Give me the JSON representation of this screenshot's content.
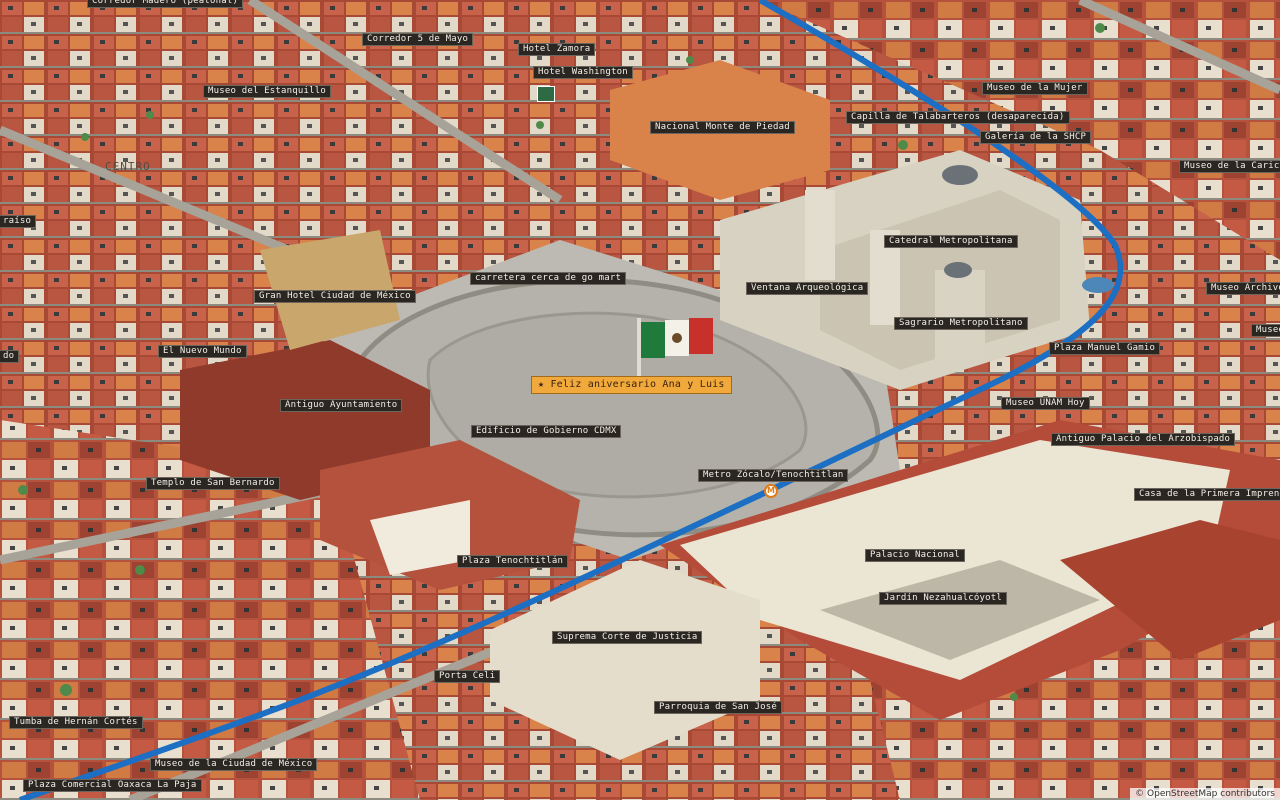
{
  "map": {
    "district": "CENTRO",
    "special_label": "★ Feliz aniversario Ana y Luis",
    "attribution": "© OpenStreetMap contributors",
    "metro_icon": "metro-icon",
    "metro_symbol": "M",
    "colors": {
      "roof_red": "#b5523d",
      "roof_orange": "#d9834a",
      "plaza": "#b8b6ae",
      "metro_line": "#1c6fc3",
      "label_bg": "#2a2622"
    },
    "labels": [
      {
        "text": "Corredor Madero (peatonal)"
      },
      {
        "text": "Corredor 5 de Mayo"
      },
      {
        "text": "Hotel Zamora"
      },
      {
        "text": "Hotel Washington"
      },
      {
        "text": "Museo del Estanquillo"
      },
      {
        "text": "Nacional Monte de Piedad"
      },
      {
        "text": "Museo de la Mujer"
      },
      {
        "text": "Capilla de Talabarteros (desaparecida)"
      },
      {
        "text": "Galería de la SHCP"
      },
      {
        "text": "Museo de la Carica"
      },
      {
        "text": "raíso"
      },
      {
        "text": "Catedral Metropolitana"
      },
      {
        "text": "carretera cerca de go mart"
      },
      {
        "text": "Ventana Arqueológica"
      },
      {
        "text": "Museo Archivo"
      },
      {
        "text": "Gran Hotel Ciudad de México"
      },
      {
        "text": "Sagrario Metropolitano"
      },
      {
        "text": "Museo"
      },
      {
        "text": "Plaza Manuel Gamio"
      },
      {
        "text": "El Nuevo Mundo"
      },
      {
        "text": "do"
      },
      {
        "text": "Antiguo Ayuntamiento"
      },
      {
        "text": "Museo UNAM Hoy"
      },
      {
        "text": "Edificio de Gobierno CDMX"
      },
      {
        "text": "Antiguo Palacio del Arzobispado"
      },
      {
        "text": "Metro Zócalo/Tenochtitlan"
      },
      {
        "text": "Templo de San Bernardo"
      },
      {
        "text": "Casa de la Primera Imprent"
      },
      {
        "text": "Palacio Nacional"
      },
      {
        "text": "Plaza Tenochtitlán"
      },
      {
        "text": "Jardín Nezahualcóyotl"
      },
      {
        "text": "Suprema Corte de Justicia"
      },
      {
        "text": "Porta Celi"
      },
      {
        "text": "Parroquia de San José"
      },
      {
        "text": "Tumba de Hernán Cortés"
      },
      {
        "text": "Museo de la Ciudad de México"
      },
      {
        "text": "Plaza Comercial Oaxaca La Paja"
      }
    ]
  }
}
